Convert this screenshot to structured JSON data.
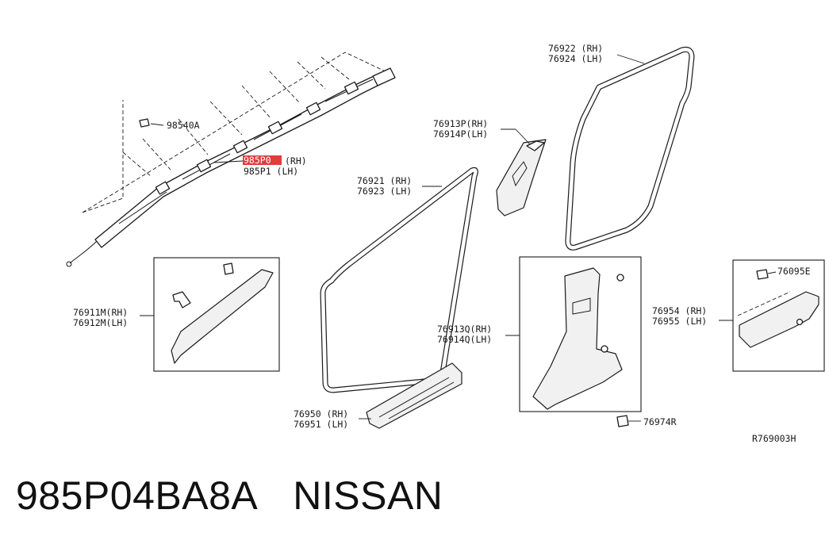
{
  "diagram": {
    "reference_code": "R769003H",
    "callouts": {
      "c98540A": "98540A",
      "c985P0_rh_part": "985P0",
      "c985P0_rh_side": "(RH)",
      "c985P1_lh": "985P1 (LH)",
      "c76921_rh": "76921 (RH)",
      "c76923_lh": "76923 (LH)",
      "c76913P_rh": "76913P(RH)",
      "c76914P_lh": "76914P(LH)",
      "c76922_rh": "76922 (RH)",
      "c76924_lh": "76924 (LH)",
      "c76911M_rh": "76911M(RH)",
      "c76912M_lh": "76912M(LH)",
      "c76913Q_rh": "76913Q(RH)",
      "c76914Q_lh": "76914Q(LH)",
      "c76095E": "76095E",
      "c76954_rh": "76954 (RH)",
      "c76955_lh": "76955 (LH)",
      "c76950_rh": "76950 (RH)",
      "c76951_lh": "76951 (LH)",
      "c76974R": "76974R"
    },
    "highlight_color": "#e23b3b"
  },
  "caption": {
    "part_number": "985P04BA8A",
    "brand": "NISSAN"
  }
}
